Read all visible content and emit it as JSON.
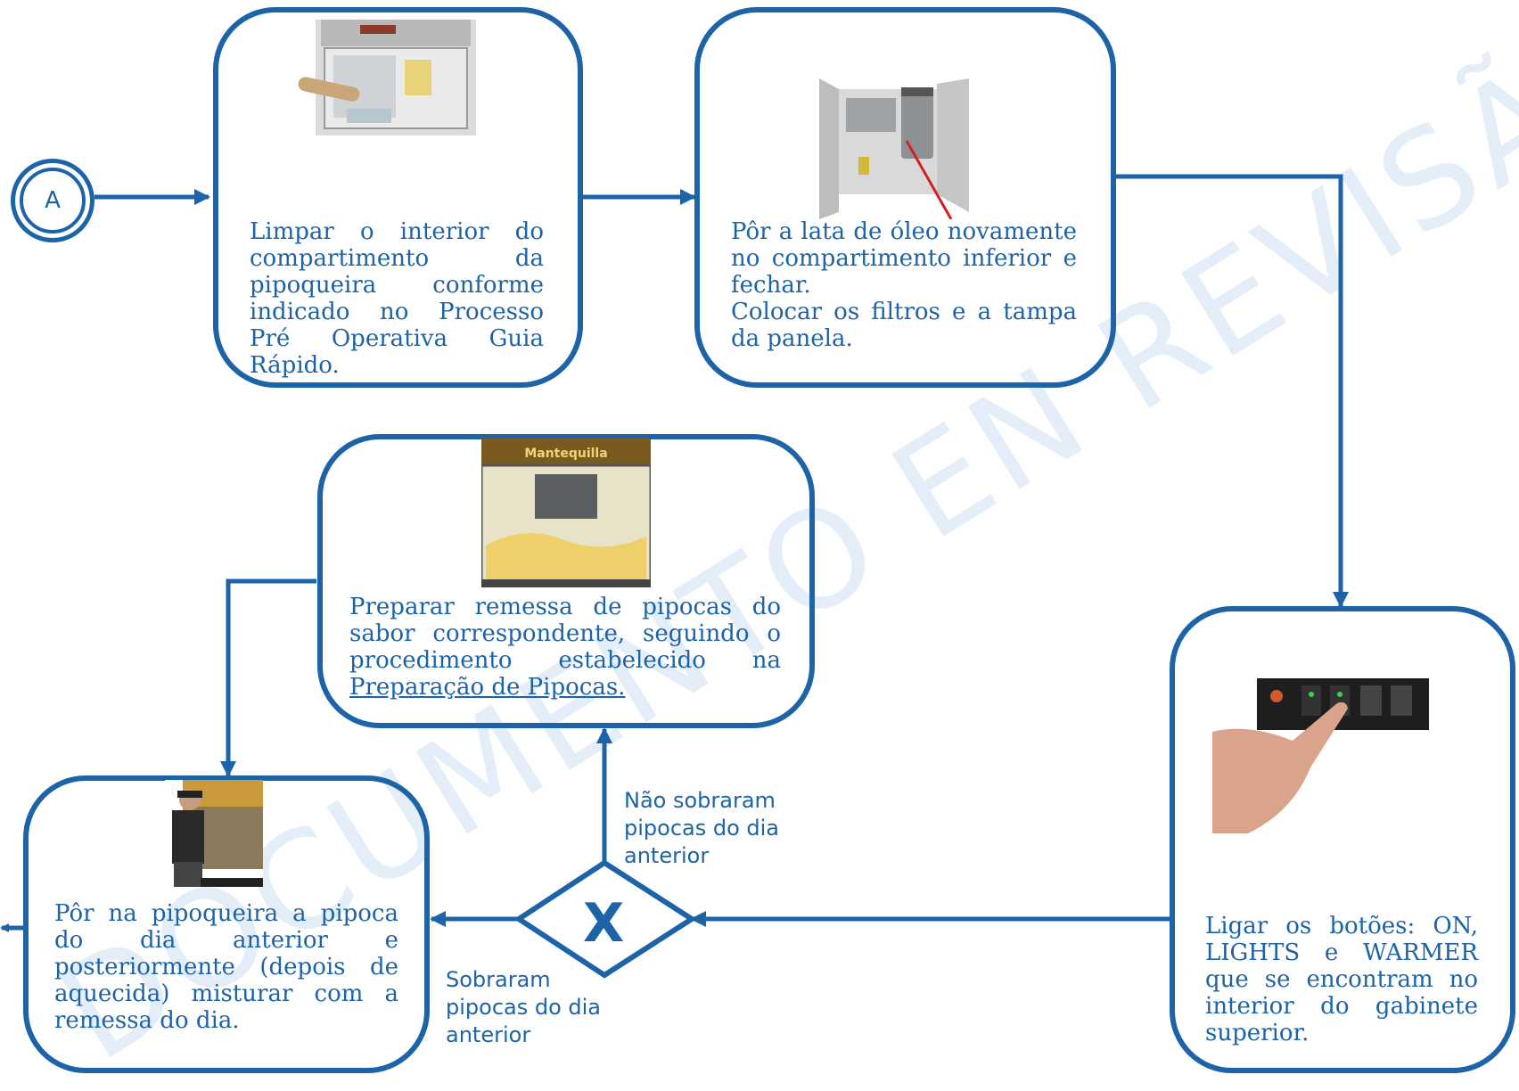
{
  "watermark": "DOCUMENTO EN REVISÃO",
  "colors": {
    "primary": "#1d63a8"
  },
  "start": {
    "label": "A"
  },
  "steps": {
    "clean": {
      "text": "Limpar o interior do compartimento da pipoqueira conforme indicado no Processo Pré Operativa Guia Rápido.",
      "image": "popcorn-machine-cleaning-photo"
    },
    "oil": {
      "lines": [
        "Pôr a lata de óleo novamente no compartimento inferior e fechar.",
        "Colocar os filtros e a tampa da panela."
      ],
      "image": "oil-can-compartment-photo"
    },
    "buttons": {
      "text": "Ligar os botões: ON, LIGHTS e WARMER que se encontram no interior do gabinete superior.",
      "image": "finger-pressing-switch-photo"
    },
    "prepare": {
      "text_before": "Preparar remessa de pipocas do sabor correspondente, seguindo o procedimento estabelecido na ",
      "link": "Preparação de Pipocas.",
      "image": "popcorn-machine-photo",
      "sign": "Mantequilla"
    },
    "leftover": {
      "text": "Pôr na pipoqueira a pipoca do dia anterior e posteriormente (depois de aquecida) misturar com a remessa do dia.",
      "image": "operator-at-machine-photo"
    }
  },
  "gateway": {
    "symbol": "X"
  },
  "edge_labels": {
    "no_leftover": [
      "Não sobraram",
      "pipocas do dia",
      "anterior"
    ],
    "leftover": [
      "Sobraram",
      "pipocas do dia",
      "anterior"
    ]
  }
}
